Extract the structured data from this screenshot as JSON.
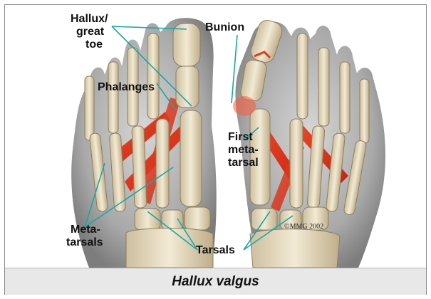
{
  "figure": {
    "caption": "Hallux valgus",
    "labels": {
      "hallux_line1": "Hallux/",
      "hallux_line2": "great",
      "hallux_line3": "toe",
      "bunion": "Bunion",
      "phalanges": "Phalanges",
      "first_meta_line1": "First",
      "first_meta_line2": "meta-",
      "first_meta_line3": "tarsal",
      "metatarsals_line1": "Meta-",
      "metatarsals_line2": "tarsals",
      "tarsals": "Tarsals",
      "copyright": "©MMG 2002"
    },
    "colors": {
      "leader": "#1aa6a6",
      "muscle": "#e3321d",
      "bone": "#ece2c8",
      "skin": "#b4b4b4"
    }
  }
}
